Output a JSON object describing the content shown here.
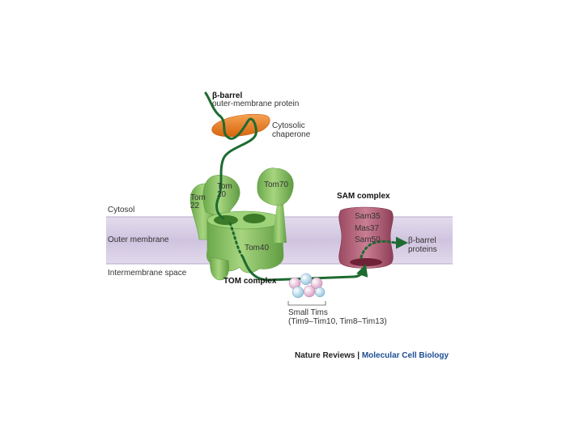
{
  "labels": {
    "beta_barrel_title_1": "β-barrel",
    "beta_barrel_title_2": "outer-membrane protein",
    "cytosolic_chaperone_1": "Cytosolic",
    "cytosolic_chaperone_2": "chaperone",
    "cytosol": "Cytosol",
    "outer_membrane": "Outer membrane",
    "intermembrane_space": "Intermembrane space",
    "tom20_1": "Tom",
    "tom20_2": "20",
    "tom22_1": "Tom",
    "tom22_2": "22",
    "tom70": "Tom70",
    "tom40": "Tom40",
    "tom_complex": "TOM complex",
    "sam_complex": "SAM complex",
    "sam35": "Sam35",
    "mas37": "Mas37",
    "sam50": "Sam50",
    "beta_barrel_proteins_1": "β-barrel",
    "beta_barrel_proteins_2": "proteins",
    "small_tims_1": "Small Tims",
    "small_tims_2": "(Tim9–Tim10, Tim8–Tim13)",
    "journal_left": "Nature Reviews",
    "journal_sep": " | ",
    "journal_right": "Molecular Cell Biology"
  },
  "colors": {
    "membrane": "#d6cde3",
    "tom_green": "#8dc665",
    "tom_dark": "#4f8f33",
    "chain": "#1e6b31",
    "chaperone": "#e97a1e",
    "sam": "#b56278",
    "sam_dark": "#7a2e45",
    "journal_blue": "#1d4e92",
    "small_tim_blue": "#a9d3e8",
    "small_tim_pink": "#e7b3d2"
  }
}
